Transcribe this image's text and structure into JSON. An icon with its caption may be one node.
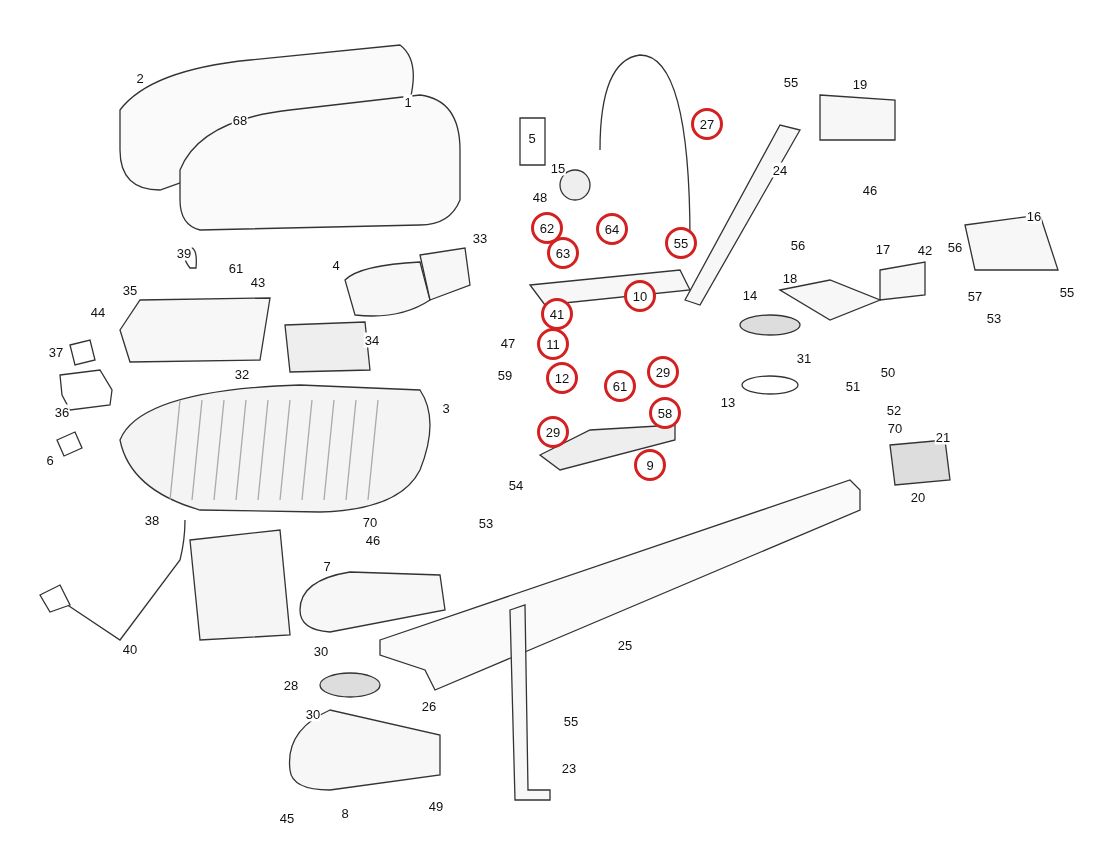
{
  "diagram": {
    "labels": [
      "2",
      "68",
      "1",
      "5",
      "27",
      "55",
      "19",
      "15",
      "24",
      "48",
      "46",
      "62",
      "64",
      "33",
      "16",
      "39",
      "61",
      "43",
      "4",
      "63",
      "55",
      "56",
      "17",
      "42",
      "56",
      "35",
      "10",
      "14",
      "18",
      "57",
      "55",
      "53",
      "44",
      "41",
      "47",
      "11",
      "34",
      "31",
      "37",
      "32",
      "59",
      "12",
      "61",
      "29",
      "51",
      "50",
      "13",
      "36",
      "3",
      "58",
      "52",
      "70",
      "21",
      "29",
      "6",
      "9",
      "54",
      "20",
      "38",
      "70",
      "53",
      "46",
      "7",
      "40",
      "25",
      "30",
      "28",
      "26",
      "30",
      "55",
      "23",
      "45",
      "8",
      "49"
    ]
  }
}
